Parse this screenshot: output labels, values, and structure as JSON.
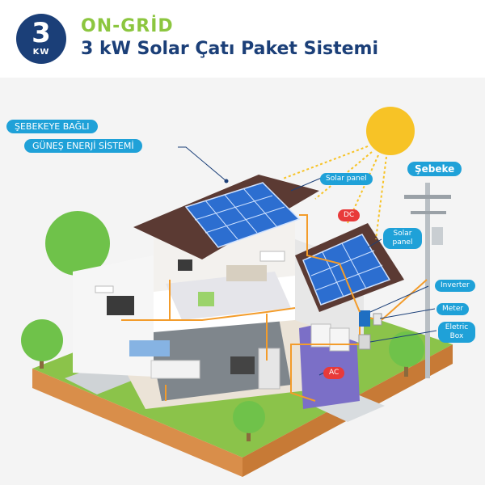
{
  "badge": {
    "number": "3",
    "unit": "KW"
  },
  "header": {
    "title": "ON-GRİD",
    "subtitle": "3 kW  Solar Çatı Paket Sistemi"
  },
  "callout": {
    "line1": "ŞEBEKEYE BAĞLI",
    "line2": "GÜNEŞ ENERJİ SİSTEMİ"
  },
  "labels": {
    "solar_panel_1": "Solar panel",
    "solar_panel_2": "Solar panel",
    "dc": "DC",
    "ac": "AC",
    "inverter": "Inverter",
    "meter": "Meter",
    "electric_box": "Eletric Box",
    "grid": "Şebeke"
  },
  "colors": {
    "navy": "#1b3f78",
    "green": "#8cc63f",
    "label_blue": "#1fa1d8",
    "label_red": "#e83a3a",
    "wire": "#f39c2b",
    "sun": "#f7c326"
  }
}
